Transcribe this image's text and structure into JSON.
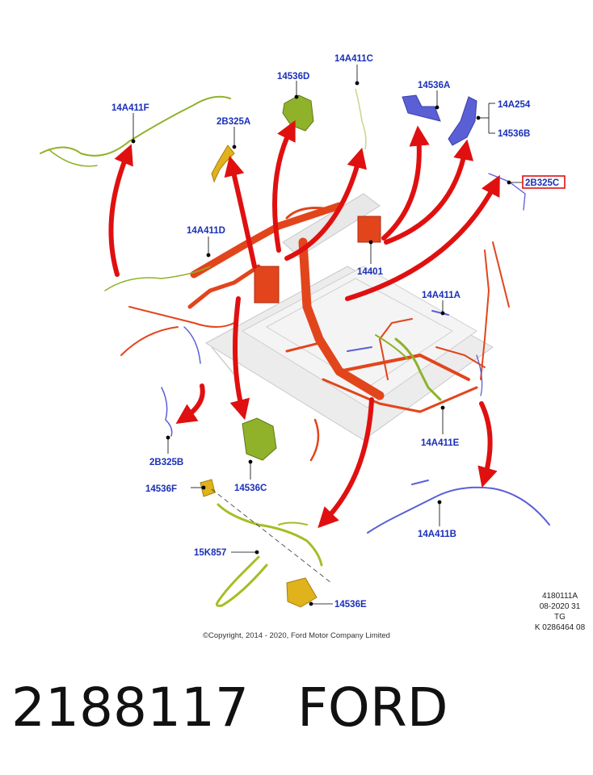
{
  "colors": {
    "label": "#1a2fb8",
    "arrow": "#e01010",
    "harness_main": "#e2451c",
    "harness_green": "#8fb22a",
    "harness_blue": "#5a5fd6",
    "bracket_yellow": "#e0b21c",
    "floor": "#d9d9d9",
    "highlight_box": "#e01010"
  },
  "labels": {
    "p14A411F": "14A411F",
    "p2B325A": "2B325A",
    "p14536D": "14536D",
    "p14A411C": "14A411C",
    "p14536A": "14536A",
    "p14A254": "14A254",
    "p14536B": "14536B",
    "p2B325C": "2B325C",
    "p14A411D": "14A411D",
    "p14401": "14401",
    "p14A411A": "14A411A",
    "p14A411E": "14A411E",
    "p2B325B": "2B325B",
    "p14536C": "14536C",
    "p14536F": "14536F",
    "p15K857": "15K857",
    "p14A411B": "14A411B",
    "p14536E": "14536E"
  },
  "meta": {
    "drawing_number": "4180111A",
    "date": "08-2020 31",
    "initials": "TG",
    "ref": "K 0286464 08"
  },
  "copyright": "©Copyright, 2014 - 2020, Ford Motor Company Limited",
  "footer": {
    "part_number": "2188117",
    "brand": "FORD"
  }
}
